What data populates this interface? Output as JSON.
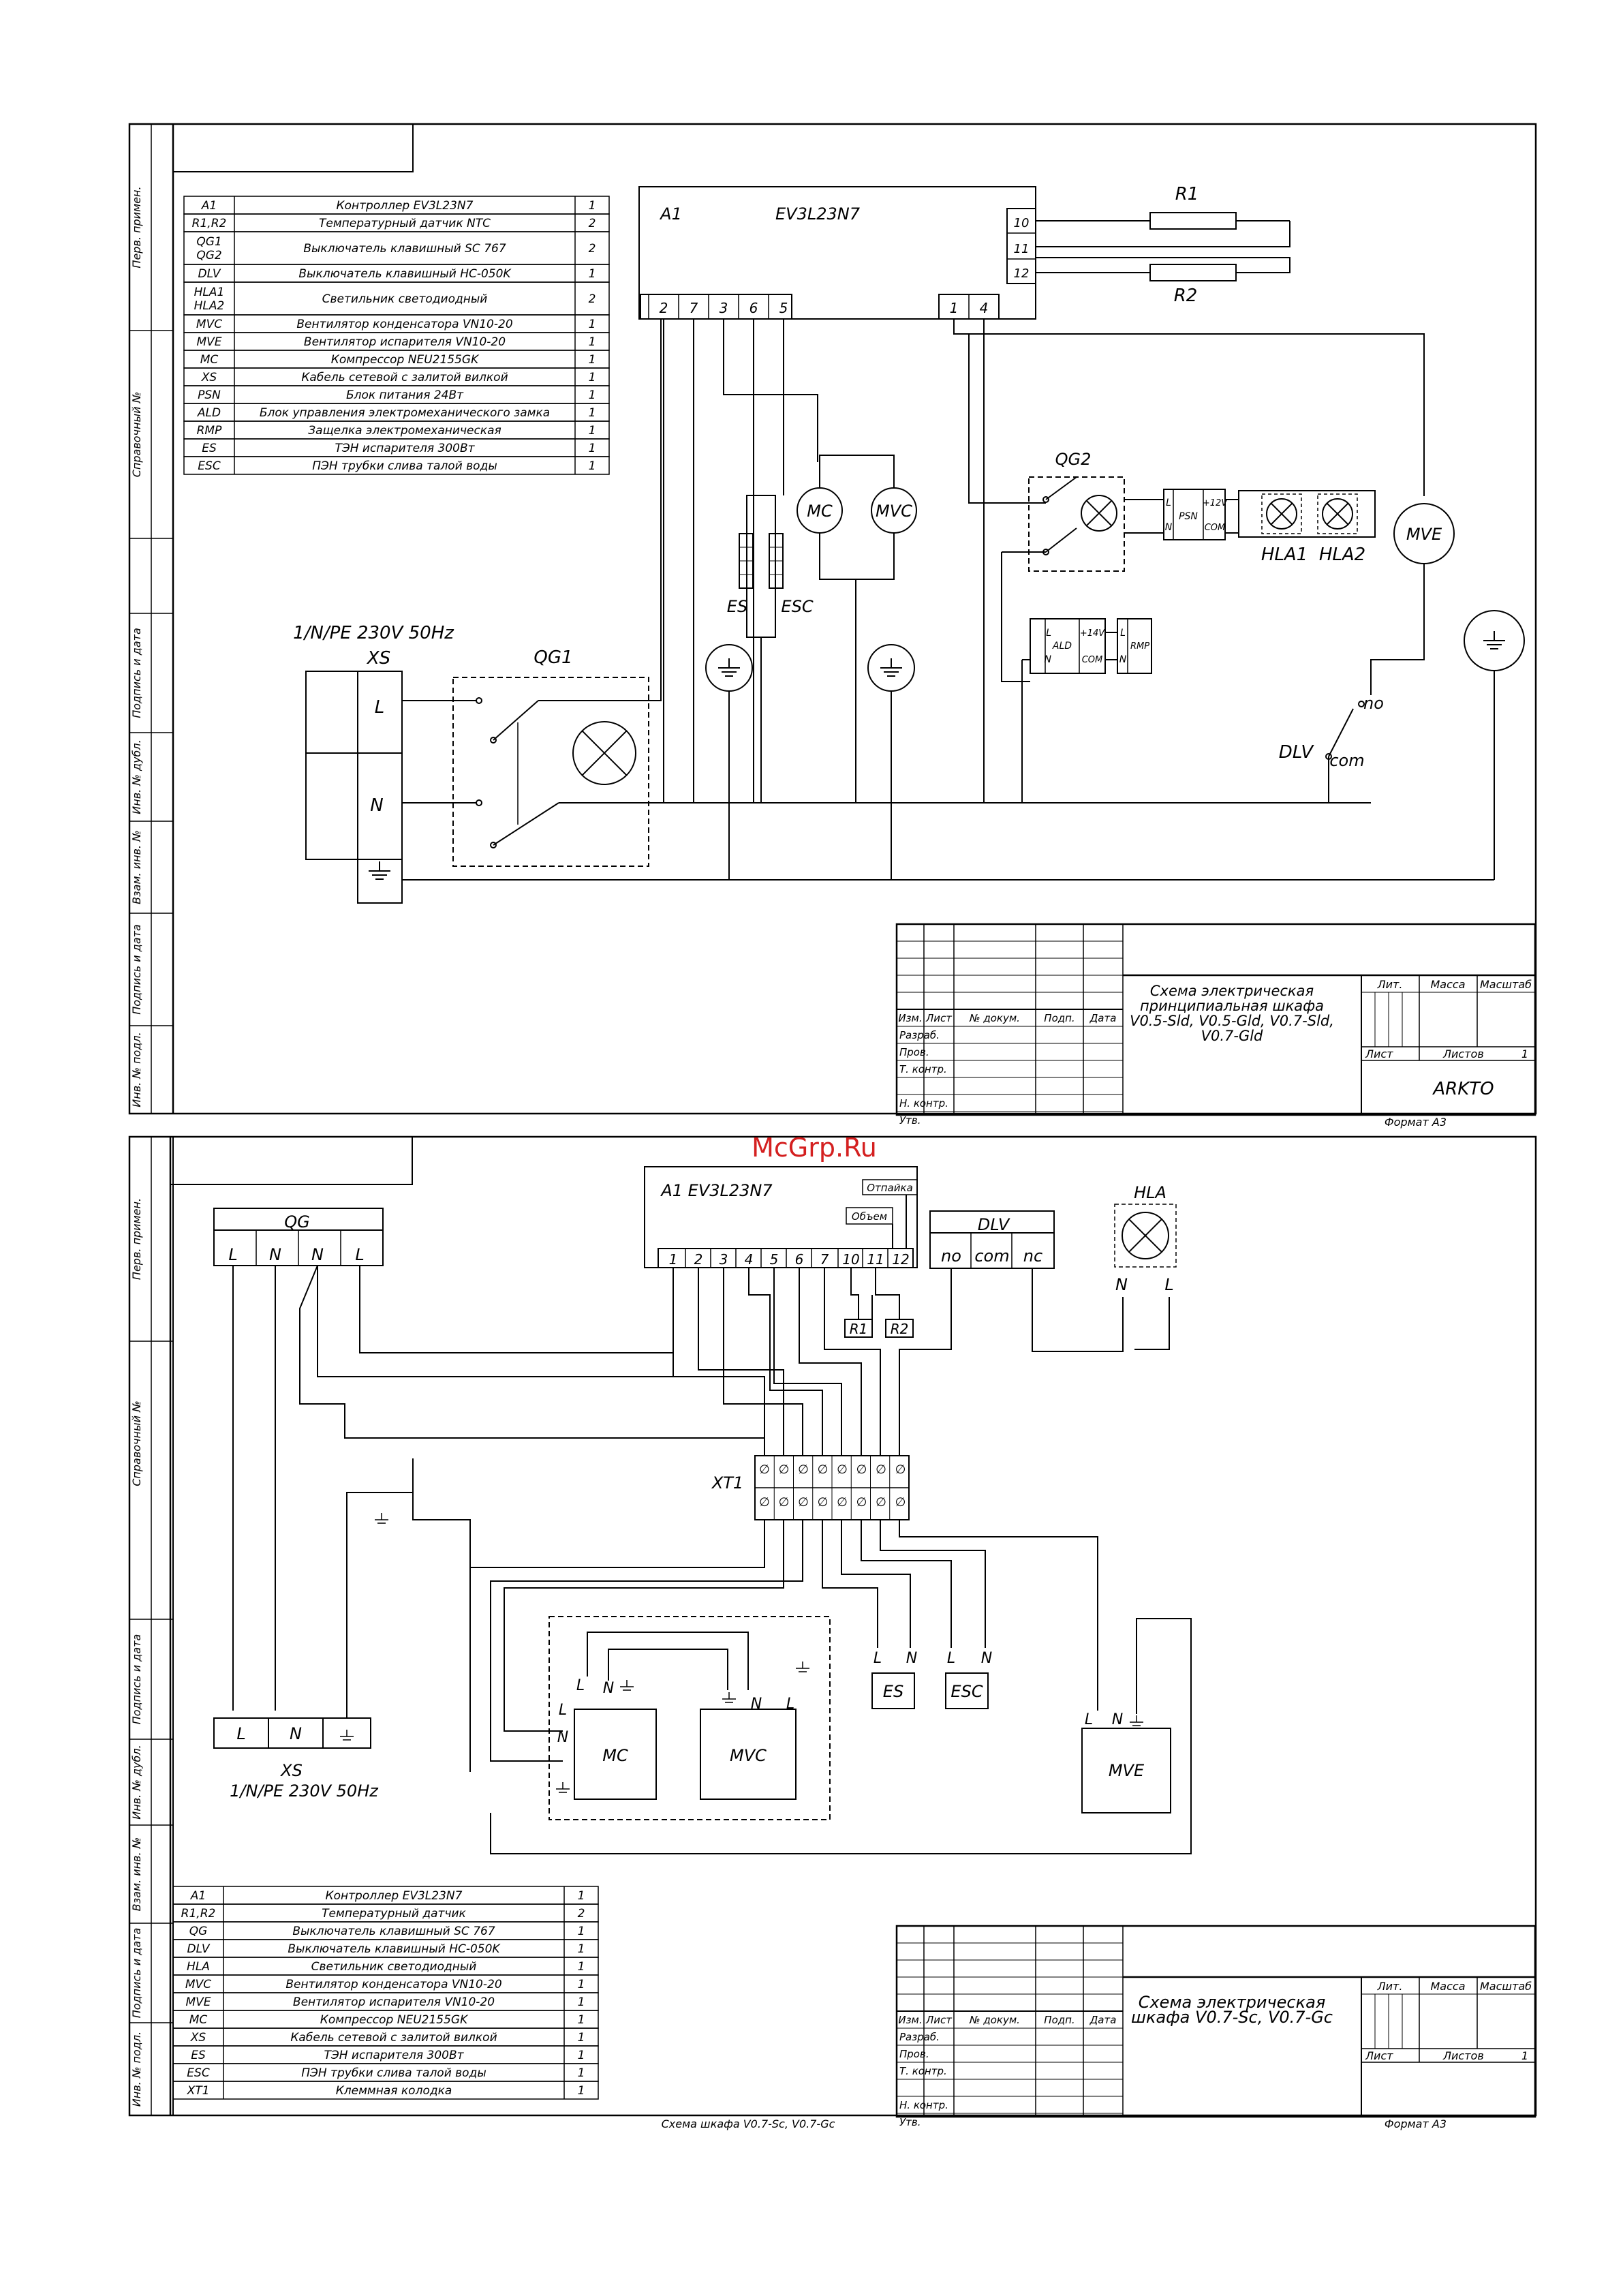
{
  "watermark": "McGrp.Ru",
  "side_labels": [
    "Перв. примен.",
    "Справочный №",
    "Подпись и дата",
    "Инв. № дубл.",
    "Взам. инв. №",
    "Подпись и дата",
    "Инв. № подл."
  ],
  "sheet1": {
    "components": [
      {
        "ref": "A1",
        "name": "Контроллер EV3L23N7",
        "qty": "1"
      },
      {
        "ref": "R1,R2",
        "name": "Температурный датчик NTC",
        "qty": "2"
      },
      {
        "ref": "QG1 QG2",
        "name": "Выключатель клавишный SC 767",
        "qty": "2"
      },
      {
        "ref": "DLV",
        "name": "Выключатель клавишный HC-050K",
        "qty": "1"
      },
      {
        "ref": "HLA1 HLA2",
        "name": "Светильник светодиодный",
        "qty": "2"
      },
      {
        "ref": "MVC",
        "name": "Вентилятор конденсатора VN10-20",
        "qty": "1"
      },
      {
        "ref": "MVE",
        "name": "Вентилятор испарителя VN10-20",
        "qty": "1"
      },
      {
        "ref": "MC",
        "name": "Компрессор NEU2155GK",
        "qty": "1"
      },
      {
        "ref": "XS",
        "name": "Кабель сетевой с залитой вилкой",
        "qty": "1"
      },
      {
        "ref": "PSN",
        "name": "Блок питания 24Вт",
        "qty": "1"
      },
      {
        "ref": "ALD",
        "name": "Блок управления электромеханического замка",
        "qty": "1"
      },
      {
        "ref": "RMP",
        "name": "Защелка электромеханическая",
        "qty": "1"
      },
      {
        "ref": "ES",
        "name": "ТЭН испарителя 300Вт",
        "qty": "1"
      },
      {
        "ref": "ESC",
        "name": "ПЭН трубки слива талой воды",
        "qty": "1"
      }
    ],
    "a1_label": "A1",
    "controller": "EV3L23N7",
    "a1_pins": [
      "2",
      "7",
      "3",
      "6",
      "5",
      "1",
      "4"
    ],
    "sensor_pins": [
      "10",
      "11",
      "12"
    ],
    "r1": "R1",
    "r2": "R2",
    "mc": "MC",
    "mvc": "MVC",
    "es": "ES",
    "esc": "ESC",
    "qg1": "QG1",
    "qg2": "QG2",
    "xs": "XS",
    "xs_l": "L",
    "xs_n": "N",
    "power": "1/N/PE 230V 50Hz",
    "psn": "PSN",
    "psn_l": "L",
    "psn_n": "N",
    "psn_v": "+12V",
    "psn_com": "COM",
    "hla1": "HLA1",
    "hla2": "HLA2",
    "mve": "MVE",
    "ald": "ALD",
    "ald_l": "L",
    "ald_n": "N",
    "ald_v": "+14V",
    "ald_com": "COM",
    "rmp": "RMP",
    "rmp_l": "L",
    "rmp_n": "N",
    "dlv": "DLV",
    "dlv_no": "no",
    "dlv_com": "com",
    "title": "Схема электрическая принципиальная шкафа V0.5-Sld, V0.5-Gld, V0.7-Sld, V0.7-Gld",
    "title_lines": [
      "Схема электрическая",
      "принципиальная шкафа",
      "V0.5-Sld, V0.5-Gld, V0.7-Sld,",
      "V0.7-Gld"
    ],
    "company": "ARKTO",
    "sheet_num": "1",
    "format": "Формат А3"
  },
  "sheet2": {
    "components": [
      {
        "ref": "A1",
        "name": "Контроллер EV3L23N7",
        "qty": "1"
      },
      {
        "ref": "R1,R2",
        "name": "Температурный датчик",
        "qty": "2"
      },
      {
        "ref": "QG",
        "name": "Выключатель клавишный SC 767",
        "qty": "1"
      },
      {
        "ref": "DLV",
        "name": "Выключатель клавишный HC-050K",
        "qty": "1"
      },
      {
        "ref": "HLA",
        "name": "Светильник светодиодный",
        "qty": "1"
      },
      {
        "ref": "MVC",
        "name": "Вентилятор конденсатора VN10-20",
        "qty": "1"
      },
      {
        "ref": "MVE",
        "name": "Вентилятор испарителя VN10-20",
        "qty": "1"
      },
      {
        "ref": "MC",
        "name": "Компрессор NEU2155GK",
        "qty": "1"
      },
      {
        "ref": "XS",
        "name": "Кабель сетевой с залитой вилкой",
        "qty": "1"
      },
      {
        "ref": "ES",
        "name": "ТЭН испарителя 300Вт",
        "qty": "1"
      },
      {
        "ref": "ESC",
        "name": "ПЭН трубки слива талой воды",
        "qty": "1"
      },
      {
        "ref": "XT1",
        "name": "Клеммная колодка",
        "qty": "1"
      }
    ],
    "qg": "QG",
    "qg_terms": [
      "L",
      "N",
      "N",
      "L"
    ],
    "a1": "A1  EV3L23N7",
    "a1_pins": [
      "1",
      "2",
      "3",
      "4",
      "5",
      "6",
      "7",
      "10",
      "11",
      "12"
    ],
    "otpaika": "Отпайка",
    "obem": "Объем",
    "dlv": "DLV",
    "dlv_terms": [
      "no",
      "com",
      "nc"
    ],
    "hla": "HLA",
    "hla_n": "N",
    "hla_l": "L",
    "r1": "R1",
    "r2": "R2",
    "xt1": "XT1",
    "terminal": "∅",
    "xs": "XS",
    "xs_l": "L",
    "xs_n": "N",
    "power": "1/N/PE 230V 50Hz",
    "mc": "MC",
    "mvc": "MVC",
    "es": "ES",
    "esc": "ESC",
    "mve": "MVE",
    "L": "L",
    "N": "N",
    "title_lines": [
      "Схема электрическая",
      "шкафа V0.7-Sc, V0.7-Gc"
    ],
    "sheet_num": "1",
    "caption": "Схема шкафа V0.7-Sc, V0.7-Gc",
    "format": "Формат А3"
  },
  "stamp": {
    "izm": "Изм.",
    "list": "Лист",
    "doc": "№ докум.",
    "podp": "Подп.",
    "date": "Дата",
    "razrab": "Разраб.",
    "prov": "Пров.",
    "tkontr": "Т. контр.",
    "nkontr": "Н. контр.",
    "utv": "Утв.",
    "lit": "Лит.",
    "massa": "Масса",
    "masshtab": "Масштаб",
    "list2": "Лист",
    "listov": "Листов"
  }
}
